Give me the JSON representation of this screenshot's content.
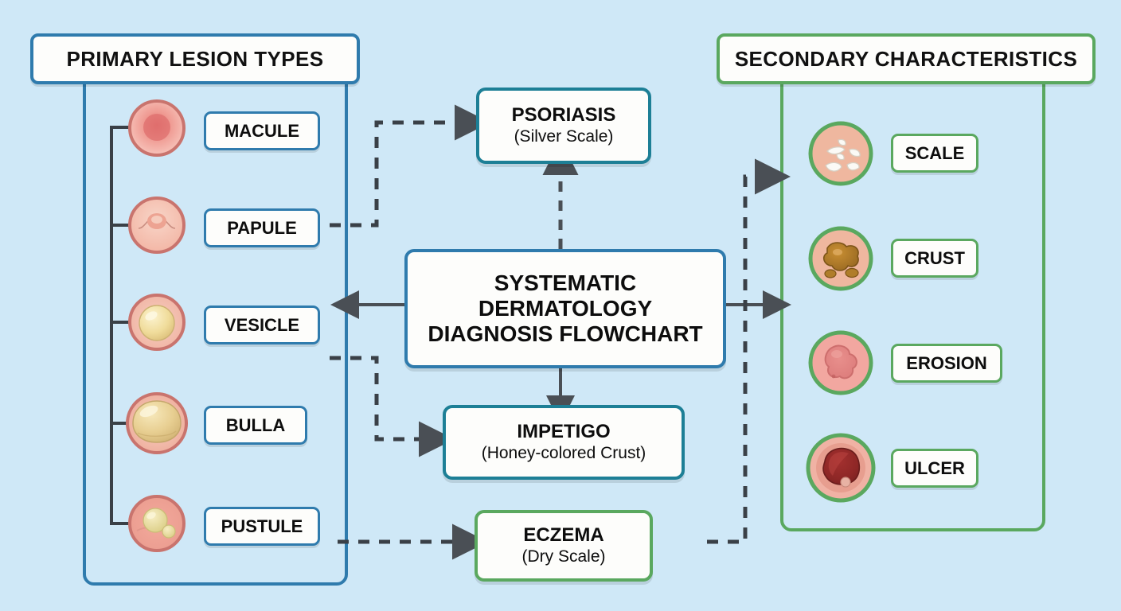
{
  "background_color": "#cfe8f7",
  "theme": {
    "blue": "#2f7bad",
    "green": "#5aa85f",
    "teal": "#1d7f96",
    "arrow": "#4a4f55",
    "bracket": "#3a4047"
  },
  "left_panel": {
    "title": "PRIMARY LESION TYPES",
    "border_color": "#2f7bad",
    "items": [
      {
        "label": "MACULE",
        "icon": "macule-lesion-icon"
      },
      {
        "label": "PAPULE",
        "icon": "papule-lesion-icon"
      },
      {
        "label": "VESICLE",
        "icon": "vesicle-lesion-icon"
      },
      {
        "label": "BULLA",
        "icon": "bulla-lesion-icon"
      },
      {
        "label": "PUSTULE",
        "icon": "pustule-lesion-icon"
      }
    ]
  },
  "right_panel": {
    "title": "SECONDARY CHARACTERISTICS",
    "border_color": "#5aa85f",
    "items": [
      {
        "label": "SCALE",
        "icon": "scale-lesion-icon"
      },
      {
        "label": "CRUST",
        "icon": "crust-lesion-icon"
      },
      {
        "label": "EROSION",
        "icon": "erosion-lesion-icon"
      },
      {
        "label": "ULCER",
        "icon": "ulcer-lesion-icon"
      }
    ]
  },
  "center": {
    "line1": "SYSTEMATIC",
    "line2": "DERMATOLOGY",
    "line3": "DIAGNOSIS FLOWCHART",
    "border_color": "#2f7bad"
  },
  "diagnoses": [
    {
      "name": "PSORIASIS",
      "detail": "(Silver Scale)",
      "border_color": "#1d7f96"
    },
    {
      "name": "IMPETIGO",
      "detail": "(Honey-colored Crust)",
      "border_color": "#1d7f96"
    },
    {
      "name": "ECZEMA",
      "detail": "(Dry Scale)",
      "border_color": "#5aa85f"
    }
  ],
  "connections": [
    {
      "from": "center",
      "to": "left-panel",
      "style": "solid",
      "direction": "left"
    },
    {
      "from": "center",
      "to": "right-panel",
      "style": "solid",
      "direction": "right"
    },
    {
      "from": "center",
      "to": "psoriasis",
      "style": "dashed",
      "direction": "up"
    },
    {
      "from": "center",
      "to": "impetigo",
      "style": "solid",
      "direction": "down"
    },
    {
      "from": "papule",
      "to": "psoriasis",
      "style": "dashed",
      "direction": "right"
    },
    {
      "from": "vesicle",
      "to": "impetigo",
      "style": "dashed",
      "direction": "right"
    },
    {
      "from": "pustule",
      "to": "eczema",
      "style": "dashed",
      "direction": "right"
    },
    {
      "from": "eczema",
      "to": "scale",
      "style": "dashed",
      "direction": "up"
    }
  ]
}
